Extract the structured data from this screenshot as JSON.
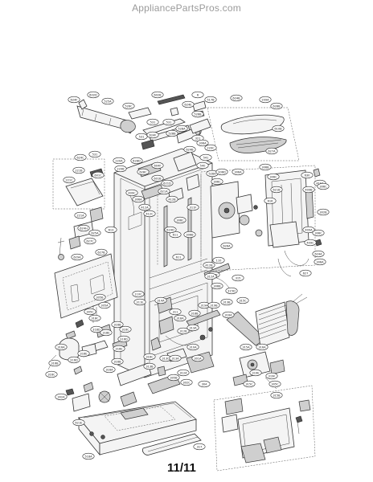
{
  "watermark": "AppliancePartsPros.com",
  "page_number": "11/11",
  "callouts": [
    "624F",
    "602D",
    "525A",
    "526C",
    "602B",
    "624E",
    "6",
    "517B",
    "624B",
    "624F",
    "531",
    "531",
    "531",
    "528A",
    "528B",
    "526B",
    "321",
    "624C",
    "531",
    "220A",
    "220B",
    "628D",
    "628C",
    "604F",
    "221B",
    "221C",
    "601C",
    "601B",
    "621D",
    "621A",
    "528A",
    "541",
    "540",
    "624B",
    "306A",
    "220C",
    "209A",
    "628B",
    "610B",
    "627A",
    "306D",
    "306C",
    "306A",
    "306B",
    "306C",
    "221A",
    "624H",
    "625A",
    "627C",
    "629A",
    "627B",
    "613",
    "409C",
    "306A",
    "412A",
    "412C",
    "412B",
    "611",
    "624D",
    "306C",
    "306B",
    "311F",
    "409B",
    "621B",
    "616",
    "419A",
    "611",
    "110",
    "626A",
    "412B",
    "419B",
    "110C",
    "311E",
    "314A",
    "311",
    "318A",
    "318B",
    "312A",
    "306B",
    "315",
    "315D",
    "315C",
    "316A",
    "312B",
    "313A",
    "313B",
    "319A",
    "319B",
    "409A",
    "409C",
    "624A",
    "627",
    "630",
    "306C",
    "302B",
    "306C",
    "306A",
    "305B",
    "305A",
    "305C",
    "318C",
    "318D",
    "318E",
    "316B",
    "316C",
    "316D",
    "316E",
    "316A",
    "316B",
    "316C",
    "316D",
    "316E",
    "316B",
    "316A",
    "316C",
    "313B",
    "313C",
    "313A",
    "310A",
    "301A",
    "312A",
    "302C",
    "305B",
    "304",
    "315A",
    "316A",
    "319E",
    "319F",
    "315C",
    "305C",
    "315B",
    "302A",
    "621E",
    "317",
    "518A"
  ]
}
